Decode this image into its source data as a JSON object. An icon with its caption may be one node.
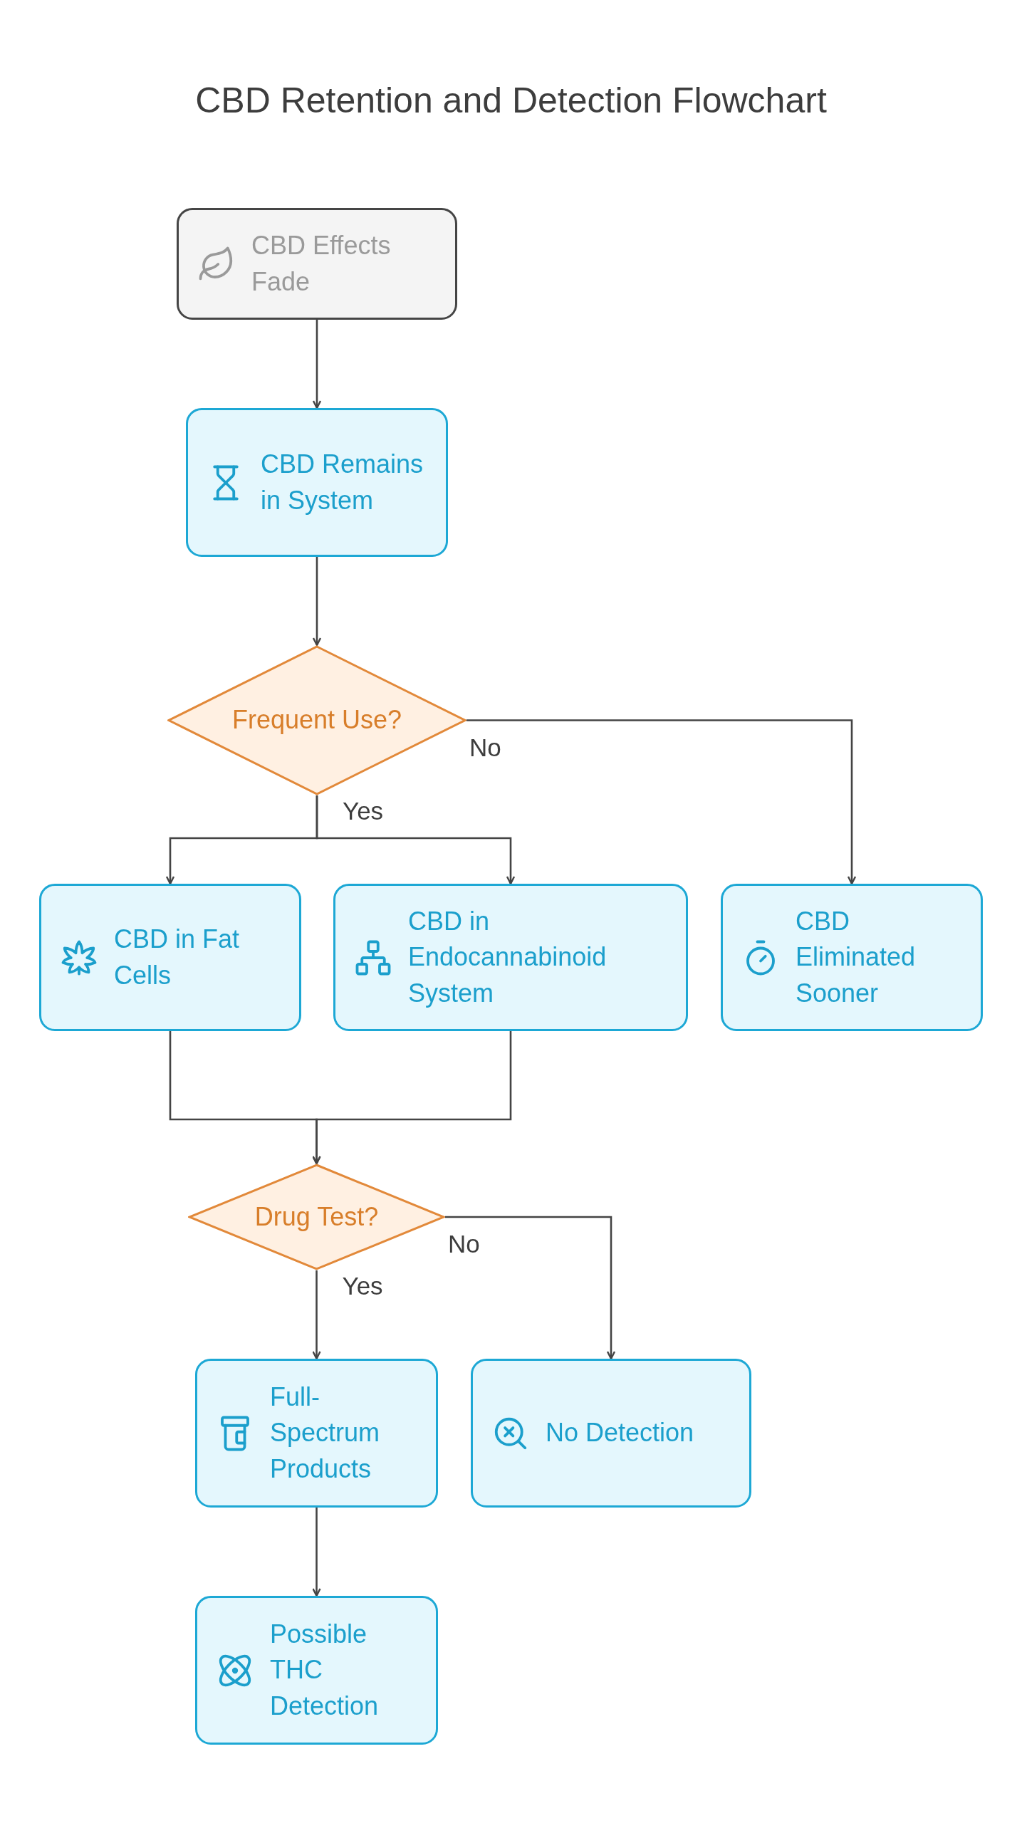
{
  "diagram": {
    "title": "CBD Retention and Detection Flowchart",
    "nodes": [
      {
        "text": [
          "CBD Effects Fade"
        ]
      },
      {
        "text": [
          "CBD Remains in System"
        ]
      },
      {
        "text": [
          "Frequent Use?"
        ]
      },
      {
        "text": [
          "CBD in Fat Cells"
        ]
      },
      {
        "text": [
          "CBD in Endocannabinoid System"
        ]
      },
      {
        "text": [
          "CBD Eliminated Sooner"
        ]
      },
      {
        "text": [
          "Drug Test?"
        ]
      },
      {
        "text": [
          "Full-Spectrum Products"
        ]
      },
      {
        "text": [
          "No Detection"
        ]
      },
      {
        "text": [
          "Possible THC Detection"
        ]
      }
    ],
    "edges": [
      {
        "from": 0,
        "to": 1,
        "arrow": "to"
      },
      {
        "from": 1,
        "to": 2,
        "arrow": "to"
      },
      {
        "from": 2,
        "to": 3,
        "arrow": "to",
        "label": "Yes"
      },
      {
        "from": 2,
        "to": 4,
        "arrow": "to"
      },
      {
        "from": 2,
        "to": 5,
        "arrow": "to",
        "label": "No"
      },
      {
        "from": 3,
        "to": 6,
        "arrow": "to"
      },
      {
        "from": 4,
        "to": 6,
        "arrow": "to"
      },
      {
        "from": 6,
        "to": 7,
        "arrow": "to",
        "label": "Yes"
      },
      {
        "from": 6,
        "to": 8,
        "arrow": "to",
        "label": "No"
      },
      {
        "from": 7,
        "to": 9,
        "arrow": "to"
      }
    ]
  }
}
